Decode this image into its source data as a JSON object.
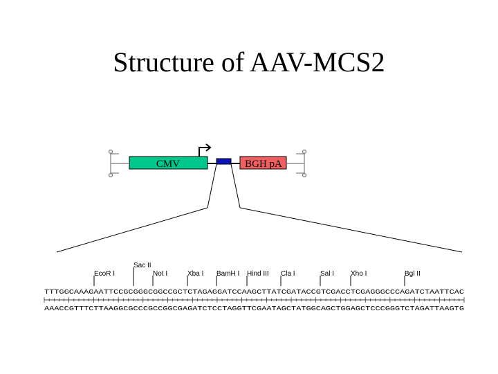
{
  "title": "Structure of AAV-MCS2",
  "construct": {
    "promoter_label": "CMV",
    "polya_label": "BGH pA",
    "colors": {
      "promoter": "#00c88c",
      "polya": "#f06060",
      "mcs": "#0a14b4"
    }
  },
  "restriction_sites": [
    {
      "name": "EcoR I",
      "row": 1
    },
    {
      "name": "Sac II",
      "row": 0
    },
    {
      "name": "Not I",
      "row": 1
    },
    {
      "name": "Xba I",
      "row": 1
    },
    {
      "name": "BamH I",
      "row": 1
    },
    {
      "name": "Hind III",
      "row": 1
    },
    {
      "name": "Cla I",
      "row": 1
    },
    {
      "name": "Sal I",
      "row": 1
    },
    {
      "name": "Xho I",
      "row": 1
    },
    {
      "name": "Bgl II",
      "row": 1
    }
  ],
  "sequence": {
    "top": "TTTGGCAAAGAATTCCGCGGGCGGCCGCTCTAGAGGATCCAAGCTTATCGATACCGTCGACCTCGAGGGCCCAGATCTAATTCAC",
    "bottom": "AAACCGTTTCTTAAGGCGCCCGCCGGCGAGATCTCCTAGGTTCGAATAGCTATGGCAGCTGGAGCTCCCGGGTCTAGATTAAGTG"
  }
}
